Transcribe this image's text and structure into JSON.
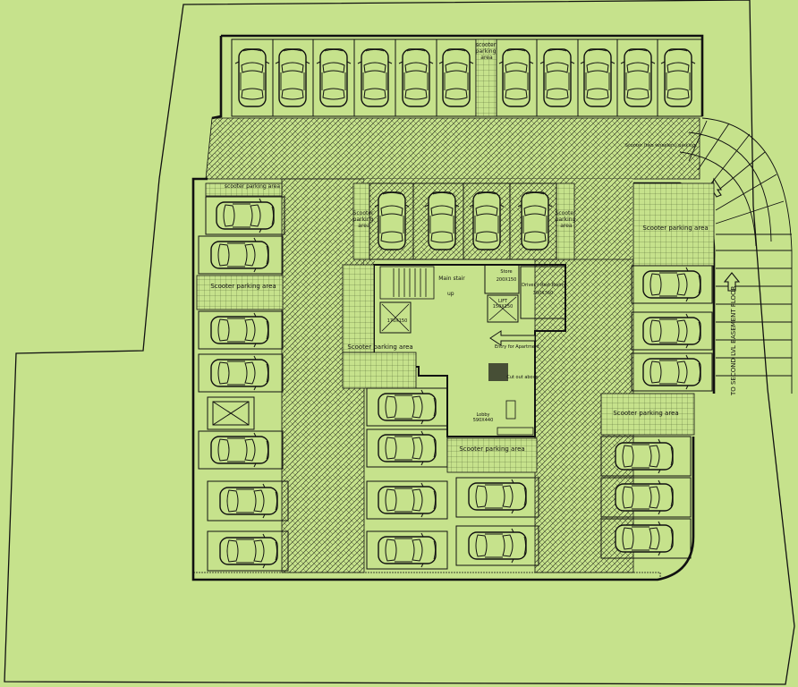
{
  "labels": {
    "scooter": "Scooter parking area",
    "scooter_lower": "scooter parking area",
    "scooter_top_l1": "scooter",
    "scooter_top_l2": "parking",
    "scooter_top_l3": "area",
    "scooter_side_l1": "Scooter",
    "scooter_side_l2": "parking",
    "scooter_side_l3": "area",
    "main_stair": "Main stair",
    "up": "up",
    "store": "Store",
    "store_dim": "200X150",
    "drivers_rest": "Driver's Rest Room",
    "drivers_rest_dim": "300X360",
    "lift": "LIFT",
    "lift_dim": "150X150",
    "lift_left_dim": "170X150",
    "entry": "Entry for Apartment",
    "cut_out": "Cut out above",
    "lobby": "Lobby",
    "lobby_dim": "590X440",
    "ramp": "TO SECOND LVL BASEMENT FLOOR",
    "ramp_top": "Scooter (two wheelers) parking"
  },
  "colors": {
    "background": "#c6e28c",
    "line": "#111111"
  },
  "icons": [
    "arrow-up-icon",
    "arrow-diagonal-icon",
    "entry-arrow-icon",
    "car-icon",
    "lift-cross-icon"
  ]
}
